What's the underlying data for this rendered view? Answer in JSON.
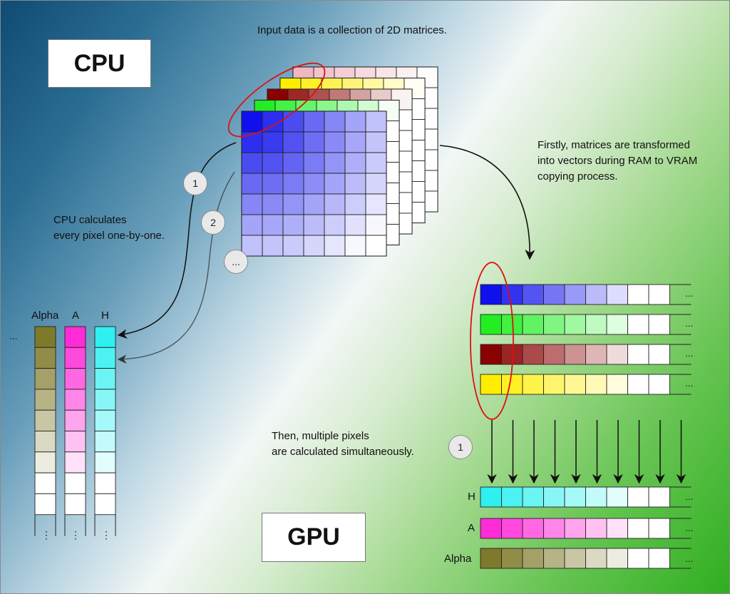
{
  "cpu_box": {
    "label": "CPU"
  },
  "gpu_box": {
    "label": "GPU"
  },
  "captions": {
    "input": "Input data is a collection of 2D matrices.",
    "transform_1": "Firstly, matrices are transformed",
    "transform_2": "into vectors during RAM to VRAM",
    "transform_3": "copying process.",
    "cpu_calc_1": "CPU calculates",
    "cpu_calc_2": "every pixel one-by-one.",
    "gpu_calc_1": "Then, multiple pixels",
    "gpu_calc_2": "are calculated simultaneously."
  },
  "steps": {
    "cpu_step1": "1",
    "cpu_step2": "2",
    "cpu_step_more": "...",
    "gpu_step1": "1"
  },
  "cpu_columns": [
    {
      "label": "Alpha",
      "color": "#7f7a2a"
    },
    {
      "label": "A",
      "color": "#ff2bd6"
    },
    {
      "label": "H",
      "color": "#2ef0f0"
    }
  ],
  "input_matrices": [
    {
      "name": "matrix-alpha",
      "color": "#efb8c0"
    },
    {
      "name": "matrix-yellow",
      "color": "#ffee00"
    },
    {
      "name": "matrix-red",
      "color": "#8b0000"
    },
    {
      "name": "matrix-green",
      "color": "#22ee22"
    },
    {
      "name": "matrix-blue",
      "color": "#1010ee"
    }
  ],
  "vram_vectors": [
    {
      "name": "blue",
      "color": "#1010ee"
    },
    {
      "name": "green",
      "color": "#22ee22"
    },
    {
      "name": "red",
      "color": "#8b0000"
    },
    {
      "name": "yellow",
      "color": "#ffee00"
    }
  ],
  "gpu_outputs": [
    {
      "label": "H",
      "color": "#2ef0f0"
    },
    {
      "label": "A",
      "color": "#ff2bd6"
    },
    {
      "label": "Alpha",
      "color": "#7f7a2a"
    }
  ],
  "ellipsis": "...",
  "vertical_ellipsis": "⋮"
}
